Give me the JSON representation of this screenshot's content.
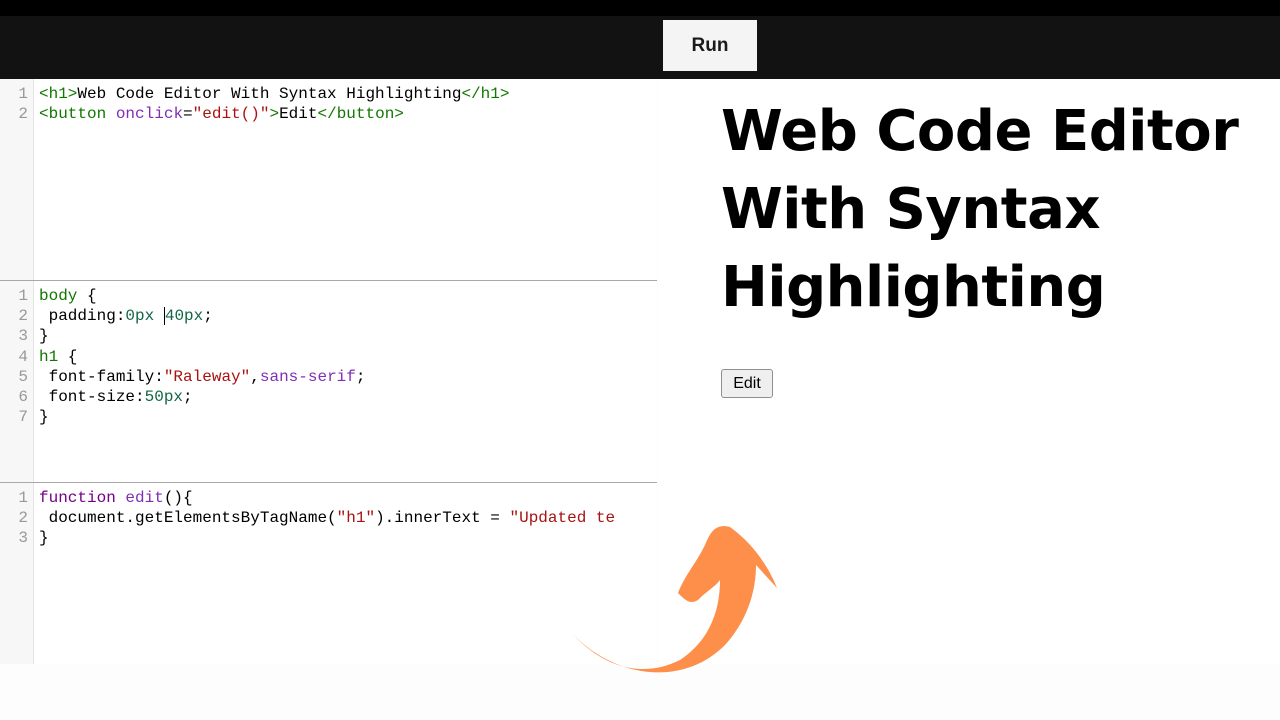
{
  "toolbar": {
    "run_label": "Run"
  },
  "editors": {
    "html": {
      "lines": [
        {
          "n": "1"
        },
        {
          "n": "2"
        }
      ],
      "line1": {
        "open": "<h1>",
        "text": "Web Code Editor With Syntax Highlighting",
        "close": "</h1>"
      },
      "line2": {
        "open": "<button",
        "sp": " ",
        "attr": "onclick",
        "eq": "=",
        "val": "\"edit()\"",
        "gt": ">",
        "text": "Edit",
        "close": "</button>"
      }
    },
    "css": {
      "l1": {
        "sel": "body",
        "rest": " {"
      },
      "l2": {
        "prop": " padding:",
        "v1": "0px",
        "sp": " ",
        "v2": "40px",
        "end": ";"
      },
      "l3": {
        "text": "}"
      },
      "l4": {
        "sel": "h1",
        "rest": " {"
      },
      "l5": {
        "prop": " font-family:",
        "str": "\"Raleway\"",
        "comma": ",",
        "kw": "sans-serif",
        "end": ";"
      },
      "l6": {
        "prop": " font-size:",
        "num": "50px",
        "end": ";"
      },
      "l7": {
        "text": "}"
      }
    },
    "js": {
      "l1": {
        "kw": "function",
        "sp": " ",
        "name": "edit",
        "rest": "(){"
      },
      "l2": {
        "pre": " document.getElementsByTagName(",
        "str1": "\"h1\"",
        "mid": ").innerText = ",
        "str2": "\"Updated te"
      },
      "l3": {
        "text": "}"
      }
    },
    "line_numbers": [
      "1",
      "2",
      "3",
      "4",
      "5",
      "6",
      "7"
    ]
  },
  "preview": {
    "heading": "Web Code Editor With Syntax Highlighting",
    "button_label": "Edit"
  },
  "colors": {
    "toolbar_bg": "#121212",
    "arrow": "#fd8f4b",
    "tag_green": "#117700",
    "attr_purple": "#7f2fb5",
    "string_red": "#aa1111"
  }
}
